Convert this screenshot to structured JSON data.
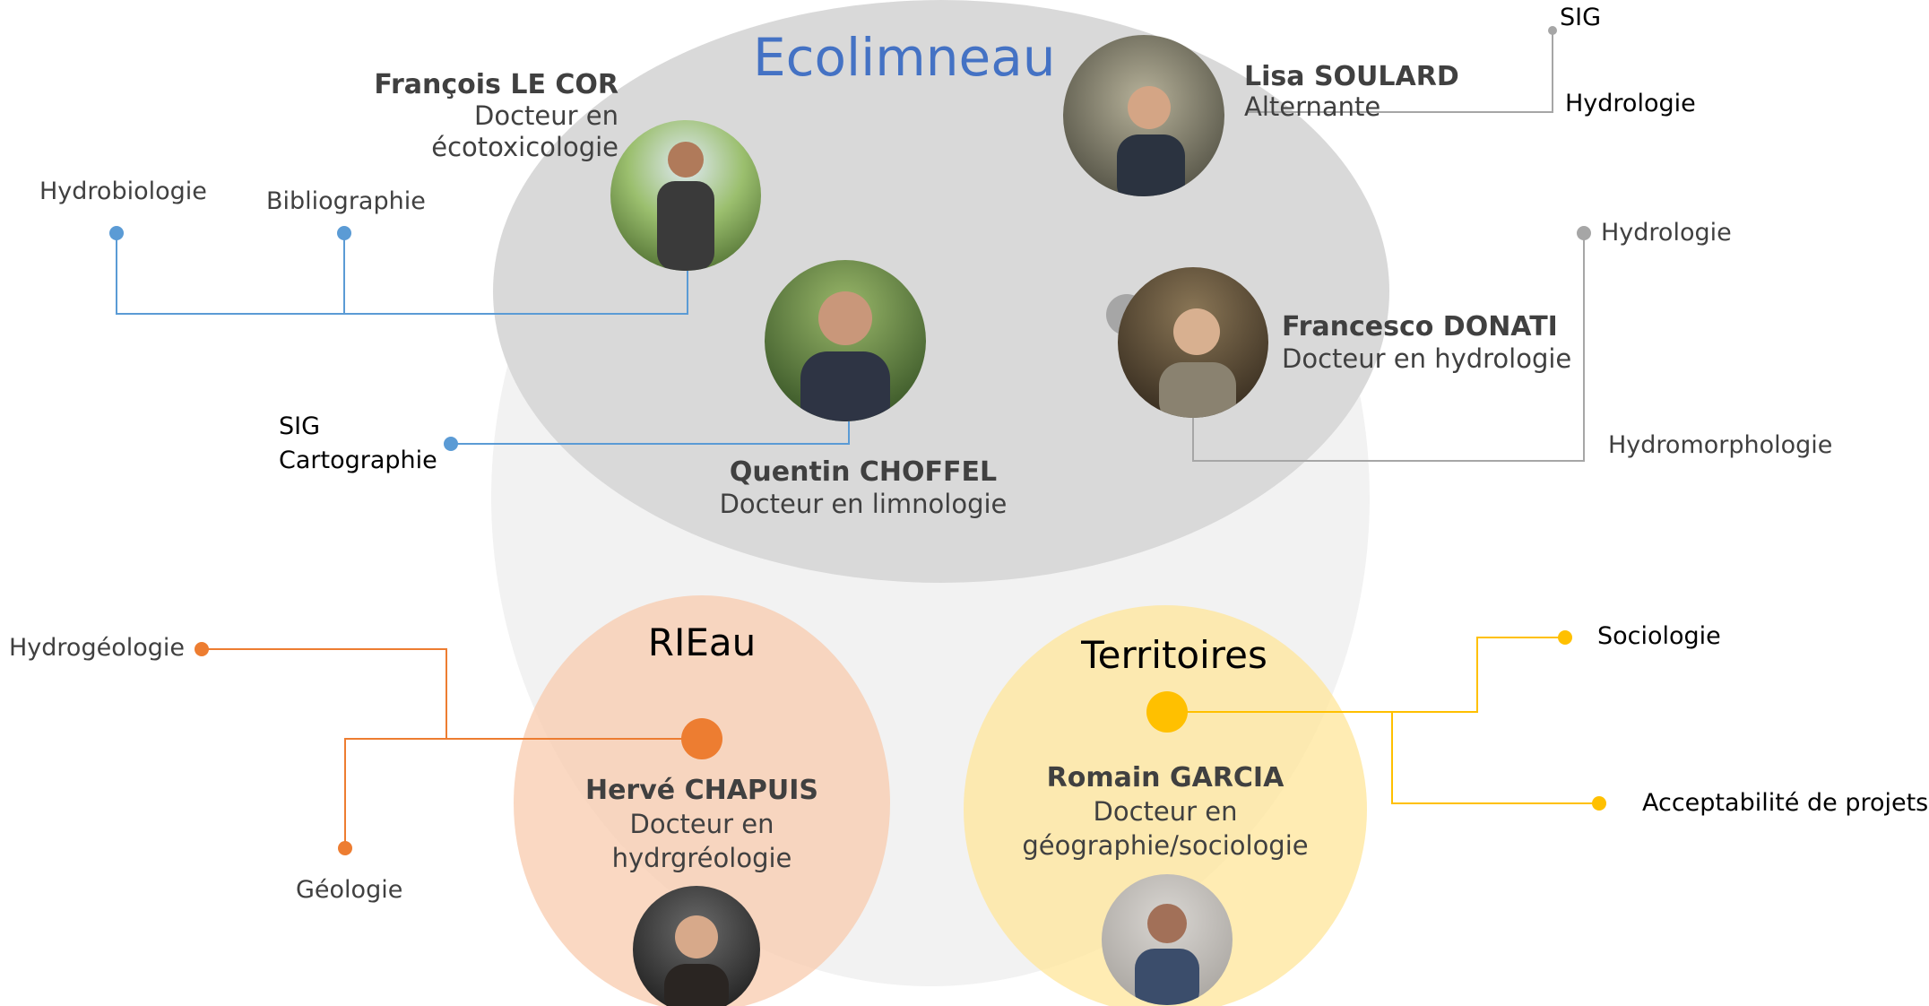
{
  "title": "Ecolimneau",
  "groups": {
    "rieau": "RIEau",
    "territoires": "Territoires"
  },
  "people": {
    "lecor": {
      "name": "François LE COR",
      "role_1": "Docteur en",
      "role_2": "écotoxicologie"
    },
    "soulard": {
      "name": "Lisa SOULARD",
      "role": "Alternante"
    },
    "choffel": {
      "name": "Quentin CHOFFEL",
      "role": "Docteur en limnologie"
    },
    "donati": {
      "name": "Francesco DONATI",
      "role": "Docteur en hydrologie"
    },
    "chapuis": {
      "name": "Hervé CHAPUIS",
      "role_1": "Docteur en",
      "role_2": "hydrgréologie"
    },
    "garcia": {
      "name": "Romain GARCIA",
      "role_1": "Docteur en",
      "role_2": "géographie/sociologie"
    }
  },
  "skills": {
    "hydrobiologie": "Hydrobiologie",
    "bibliographie": "Bibliographie",
    "sig_1": "SIG",
    "cartographie": "Cartographie",
    "sig_2": "SIG",
    "hydrologie_1": "Hydrologie",
    "hydrologie_2": "Hydrologie",
    "hydromorphologie": "Hydromorphologie",
    "hydrogeologie": "Hydrogéologie",
    "geologie": "Géologie",
    "sociologie": "Sociologie",
    "acceptabilite": "Acceptabilité de projets"
  },
  "colors": {
    "blue": "#5b9bd5",
    "gray": "#a6a6a6",
    "orange": "#ed7d31",
    "yellow": "#ffc000",
    "title": "#4472c4"
  },
  "photos": {
    "lecor": "photo of François LE COR",
    "soulard": "photo of Lisa SOULARD",
    "choffel": "photo of Quentin CHOFFEL",
    "donati": "photo of Francesco DONATI",
    "chapuis": "photo of Hervé CHAPUIS",
    "garcia": "photo of Romain GARCIA"
  }
}
